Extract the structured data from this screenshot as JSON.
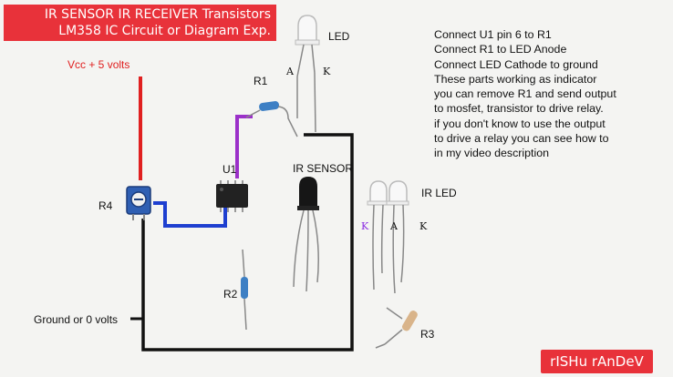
{
  "title": {
    "line1": "IR SENSOR IR RECEIVER  Transistors",
    "line2": "LM358 IC Circuit or Diagram  Exp."
  },
  "labels": {
    "vcc": "Vcc + 5 volts",
    "ground": "Ground or 0 volts",
    "r1": "R1",
    "r2": "R2",
    "r3": "R3",
    "r4": "R4",
    "u1": "U1",
    "led": "LED",
    "led_a": "A",
    "led_k": "K",
    "ir_sensor": "IR SENSOR",
    "ir_led": "IR LED",
    "irled_k1": "K",
    "irled_a": "A",
    "irled_k2": "K"
  },
  "notes": [
    "Connect U1 pin 6 to R1",
    "Connect R1 to LED Anode",
    "Connect LED Cathode to ground",
    "These parts working as indicator",
    "you can remove R1 and send output",
    "to mosfet, transistor to drive relay.",
    "if you don't know to use the output",
    "to drive a relay you can see how to",
    "in my video description"
  ],
  "author": "rISHu rAnDeV",
  "colors": {
    "badge": "#e8323a",
    "vcc_wire": "#e02020",
    "ground_wire": "#111111",
    "signal_wire": "#1e3fd0",
    "output_wire": "#9b30c9",
    "k_highlight": "#8a2be2"
  }
}
